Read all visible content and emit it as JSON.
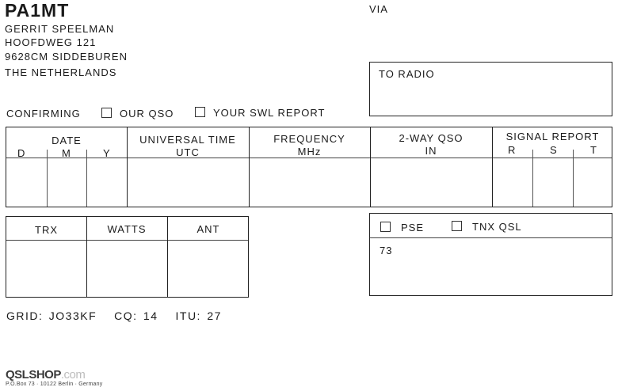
{
  "header": {
    "callsign": "PA1MT",
    "via_label": "VIA",
    "name": "GERRIT SPEELMAN",
    "street": "HOOFDWEG 121",
    "city": "9628CM SIDDEBUREN",
    "country": "THE NETHERLANDS"
  },
  "to_radio_label": "TO RADIO",
  "confirming": {
    "label": "CONFIRMING",
    "our_qso": "OUR QSO",
    "swl_report": "YOUR SWL REPORT"
  },
  "qso_table": {
    "date": "DATE",
    "d": "D",
    "m": "M",
    "y": "Y",
    "time_line1": "UNIVERSAL TIME",
    "time_line2": "UTC",
    "freq_line1": "FREQUENCY",
    "freq_line2": "MHz",
    "twoway_line1": "2-WAY QSO",
    "twoway_line2": "IN",
    "signal": "SIGNAL REPORT",
    "r": "R",
    "s": "S",
    "t": "T"
  },
  "equipment": {
    "trx": "TRX",
    "watts": "WATTS",
    "ant": "ANT"
  },
  "qsl": {
    "pse": "PSE",
    "tnx": "TNX QSL",
    "greeting": "73"
  },
  "footer": {
    "grid": "GRID: JO33KF",
    "cq": "CQ: 14",
    "itu": "ITU: 27"
  },
  "printer": {
    "logo": "QSLSHOP",
    "logo_suffix": ".com",
    "address": "P.O.Box 73 · 10122 Berlin · Germany"
  }
}
